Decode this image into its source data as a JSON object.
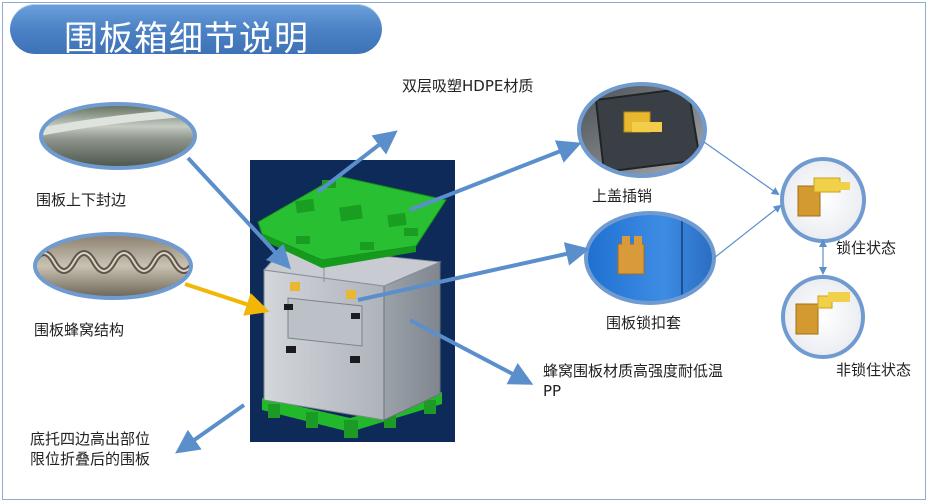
{
  "title": "围板箱细节说明",
  "labels": {
    "edge_seal": "围板上下封边",
    "honeycomb": "围板蜂窝结构",
    "hdpe": "双层吸塑HDPE材质",
    "lid_latch": "上盖插销",
    "lock_sleeve": "围板锁扣套",
    "material_pp": "蜂窝围板材质高强度耐低温PP",
    "pallet_edge": "底托四边高出部位限位折叠后的围板",
    "locked": "锁住状态",
    "unlocked": "非锁住状态"
  },
  "colors": {
    "title_bg": "#4a80c4",
    "arrow_blue": "#5b8fcc",
    "arrow_yellow": "#f2b705",
    "lid_green": "#22b82c",
    "circle_border": "#6f9bd1",
    "photo_bg": "#0e2a58",
    "latch_yellow": "#e8b830"
  }
}
